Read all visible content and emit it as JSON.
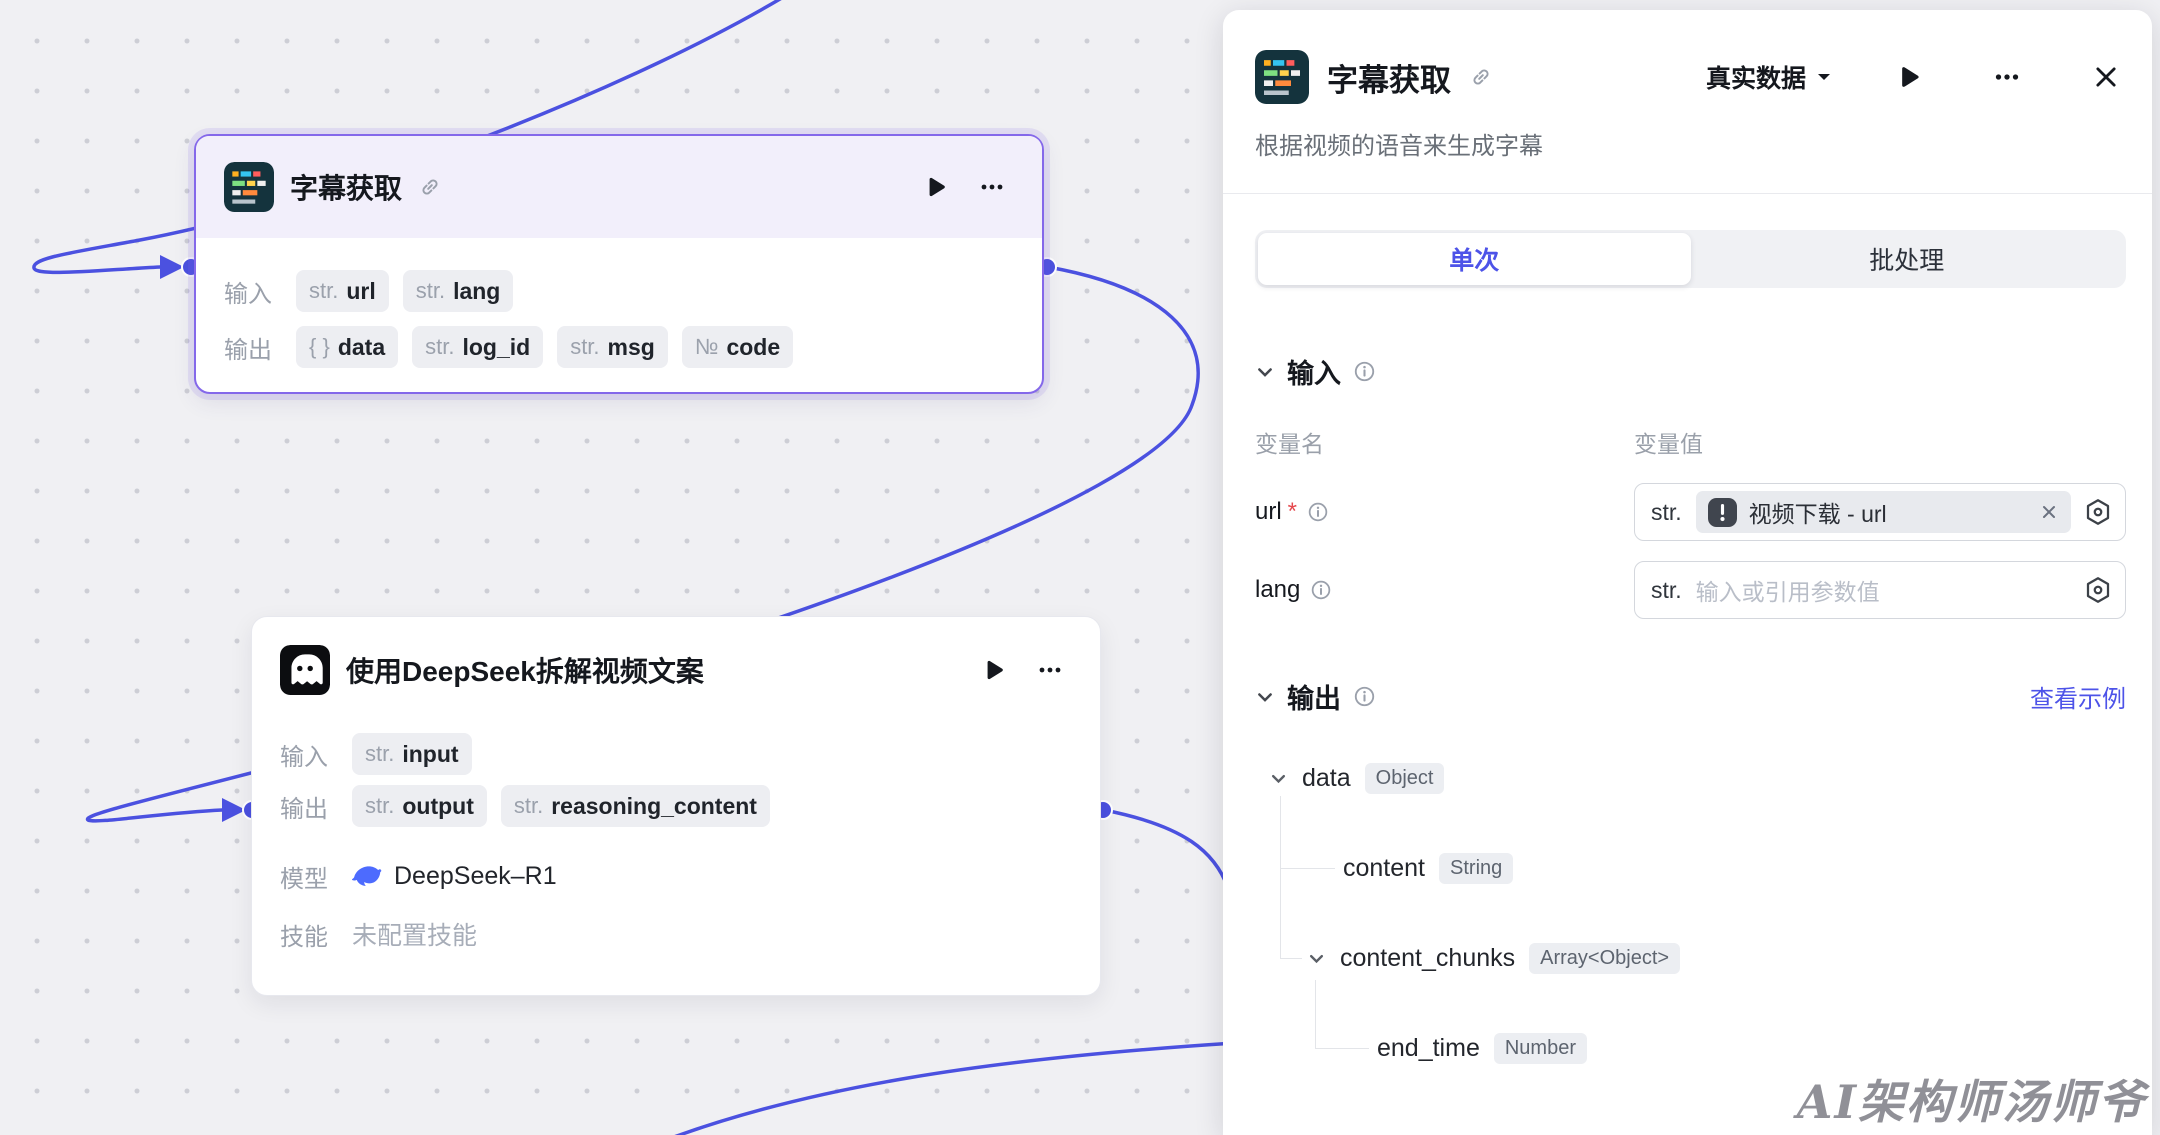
{
  "canvas": {
    "node1": {
      "title": "字幕获取",
      "input_label": "输入",
      "output_label": "输出",
      "inputs": [
        {
          "type": "str.",
          "name": "url"
        },
        {
          "type": "str.",
          "name": "lang"
        }
      ],
      "outputs": [
        {
          "type": "{ }",
          "name": "data"
        },
        {
          "type": "str.",
          "name": "log_id"
        },
        {
          "type": "str.",
          "name": "msg"
        },
        {
          "type": "№",
          "name": "code"
        }
      ]
    },
    "node2": {
      "title": "使用DeepSeek拆解视频文案",
      "input_label": "输入",
      "output_label": "输出",
      "model_label": "模型",
      "skill_label": "技能",
      "inputs": [
        {
          "type": "str.",
          "name": "input"
        }
      ],
      "outputs": [
        {
          "type": "str.",
          "name": "output"
        },
        {
          "type": "str.",
          "name": "reasoning_content"
        }
      ],
      "model": "DeepSeek–R1",
      "skill": "未配置技能"
    }
  },
  "panel": {
    "title": "字幕获取",
    "mode_dropdown": "真实数据",
    "description": "根据视频的语音来生成字幕",
    "tabs": [
      {
        "label": "单次",
        "active": true
      },
      {
        "label": "批处理",
        "active": false
      }
    ],
    "input_section": {
      "title": "输入",
      "col_name": "变量名",
      "col_value": "变量值",
      "rows": [
        {
          "name": "url",
          "required_mark": "*",
          "type": "str.",
          "value": "视频下载 - url"
        },
        {
          "name": "lang",
          "type": "str.",
          "placeholder": "输入或引用参数值"
        }
      ]
    },
    "output_section": {
      "title": "输出",
      "example_link": "查看示例",
      "tree": [
        {
          "name": "data",
          "type": "Object"
        },
        {
          "name": "content",
          "type": "String"
        },
        {
          "name": "content_chunks",
          "type": "Array<Object>"
        },
        {
          "name": "end_time",
          "type": "Number"
        }
      ]
    }
  },
  "watermark": "AI架构师汤师爷",
  "colors": {
    "accent": "#4d53e8",
    "edge": "#4b51e0",
    "selected_node_border": "#8468ea",
    "required": "#e5484d",
    "canvas_bg": "#f0f0f3"
  }
}
